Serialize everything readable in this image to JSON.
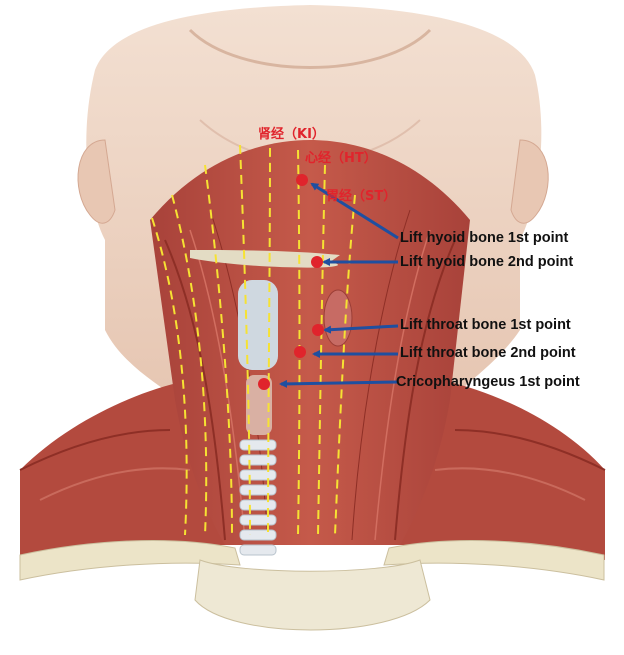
{
  "figure": {
    "meridians": [
      {
        "label": "肾经（KI）"
      },
      {
        "label": "心经（HT）"
      },
      {
        "label": "胃经（ST）"
      }
    ],
    "points": [
      {
        "label": "Lift hyoid bone 1st point"
      },
      {
        "label": "Lift hyoid bone 2nd point"
      },
      {
        "label": "Lift throat bone 1st point"
      },
      {
        "label": "Lift throat bone 2nd point"
      },
      {
        "label": "Cricopharyngeus 1st point"
      }
    ],
    "colors": {
      "skin": "#eed5c4",
      "muscle": "#b5493d",
      "muscle_dark": "#8e2f26",
      "meridian_line": "#f6e233",
      "acupoint": "#e0242c",
      "pointer_arrow": "#1f4fa0",
      "bone": "#ece4c8",
      "cartilage": "#cfd8e0"
    }
  }
}
